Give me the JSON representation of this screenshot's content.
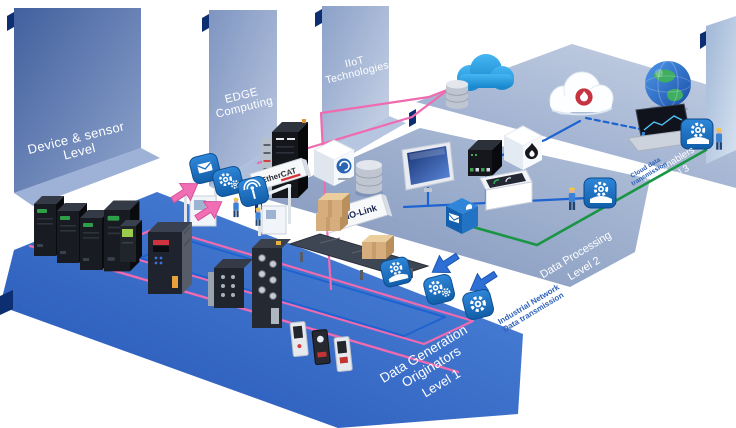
{
  "labels": {
    "wall_device_sensor_line1": "Device & sensor",
    "wall_device_sensor_line2": "Level",
    "wall_edge_line1": "EDGE",
    "wall_edge_line2": "Computing",
    "wall_iiot_line1": "IIoT",
    "wall_iiot_line2": "Technologies",
    "floor1_line1": "Data Generation",
    "floor1_line2": "Originators",
    "floor1_level": "Level 1",
    "floor2_line1": "Data Processing",
    "floor2_level": "Level 2",
    "floor3_line1": "IIOT Enablers",
    "floor3_level": "Level 3",
    "gap12_line1": "Industrial Network",
    "gap12_line2": "Data transmission",
    "gap23_line1": "Cloud data",
    "gap23_line2": "transmission",
    "sign_ethercat": "EtherCAT",
    "sign_iolink": "IO-Link"
  },
  "colors": {
    "level1_floor": "#2f63c8",
    "level2_floor": "#93a6c9",
    "level3_floor": "#a7b8d4",
    "wall_blue": "#46639f",
    "pink_line": "#f06ab0",
    "blue_line": "#1e63cf",
    "green_line": "#1a9544",
    "icon_blue": "#1a72c8",
    "corner_navy": "#0d2f71",
    "cloud_blue": "#2aa4e8",
    "badge_red": "#c53440"
  },
  "icon_names": {
    "mail": "mail-icon",
    "gears": "gears-icon",
    "wireless": "antenna-icon",
    "alert_mail": "alert-mail-cube-icon",
    "gear_hand": "gear-hand-icon",
    "gear": "gear-icon",
    "worker": "worker-figure",
    "cloud": "cloud-icon",
    "database": "database-icon",
    "globe": "globe-icon",
    "laptop": "laptop-icon",
    "flame": "flame-icon",
    "arrow_up": "pink-up-arrow-icon",
    "arrow_down": "blue-down-arrow-icon"
  }
}
